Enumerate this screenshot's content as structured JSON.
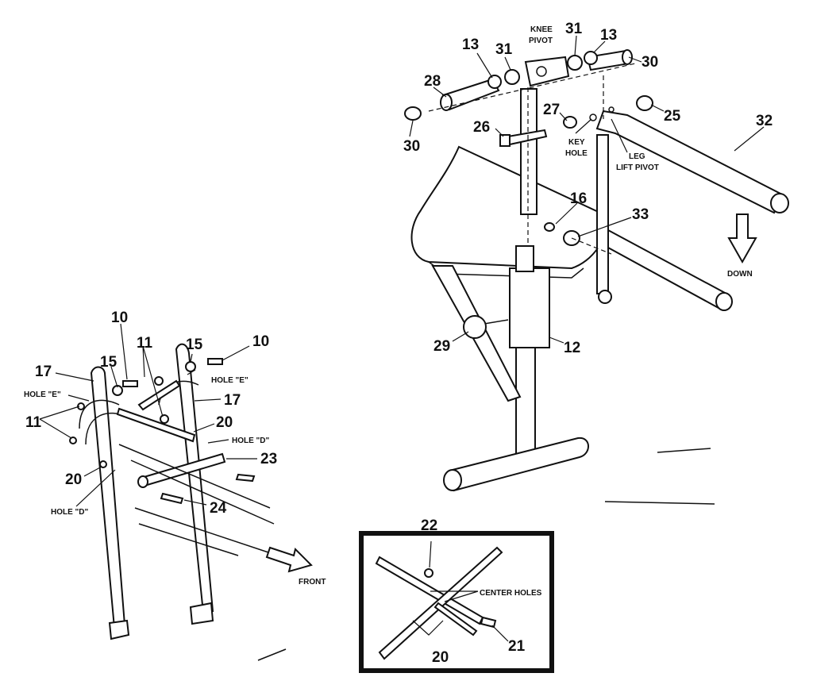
{
  "callouts": {
    "n10a": "10",
    "n10b": "10",
    "n11a": "11",
    "n11b": "11",
    "n12": "12",
    "n13a": "13",
    "n13b": "13",
    "n15a": "15",
    "n15b": "15",
    "n16": "16",
    "n17a": "17",
    "n17b": "17",
    "n20a": "20",
    "n20b": "20",
    "n20c": "20",
    "n21": "21",
    "n22": "22",
    "n23": "23",
    "n24": "24",
    "n25": "25",
    "n26": "26",
    "n27": "27",
    "n28": "28",
    "n29": "29",
    "n30a": "30",
    "n30b": "30",
    "n31a": "31",
    "n31b": "31",
    "n32": "32",
    "n33": "33"
  },
  "labels": {
    "knee_pivot_1": "KNEE",
    "knee_pivot_2": "PIVOT",
    "key_hole_1": "KEY",
    "key_hole_2": "HOLE",
    "leg_lift_1": "LEG",
    "leg_lift_2": "LIFT PIVOT",
    "down": "DOWN",
    "front": "FRONT",
    "hole_e_left": "HOLE \"E\"",
    "hole_e_right": "HOLE \"E\"",
    "hole_d_right": "HOLE \"D\"",
    "hole_d_left": "HOLE \"D\"",
    "center_holes": "CENTER HOLES"
  }
}
